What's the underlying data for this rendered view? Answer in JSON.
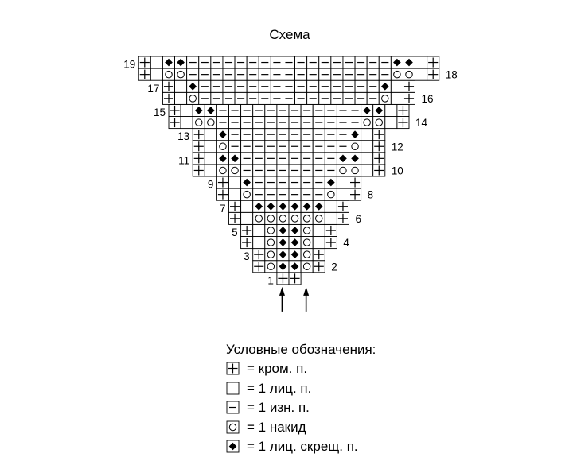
{
  "title": "Схема",
  "chart": {
    "rows": [
      {
        "n": "1",
        "cells": "EE"
      },
      {
        "n": "2",
        "cells": "EOXXOE"
      },
      {
        "n": "3",
        "cells": "EOXXOE"
      },
      {
        "n": "4",
        "cells": "E.OXXO.E"
      },
      {
        "n": "5",
        "cells": "E.OXXO.E"
      },
      {
        "n": "6",
        "cells": "E.OOOOOO.E"
      },
      {
        "n": "7",
        "cells": "E.XXXXXX.E"
      },
      {
        "n": "8",
        "cells": "E.O------O.E"
      },
      {
        "n": "9",
        "cells": "E.X------X.E"
      },
      {
        "n": "10",
        "cells": "E.OO--------OO.E"
      },
      {
        "n": "11",
        "cells": "E.XX--------XX.E"
      },
      {
        "n": "12",
        "cells": "E.O----------O.E"
      },
      {
        "n": "13",
        "cells": "E.X----------X.E"
      },
      {
        "n": "14",
        "cells": "E.OO------------OO.E"
      },
      {
        "n": "15",
        "cells": "E.XX------------XX.E"
      },
      {
        "n": "16",
        "cells": "E.O---------------O.E"
      },
      {
        "n": "17",
        "cells": "E.X---------------X.E"
      },
      {
        "n": "18",
        "cells": "E.OO-----------------OO.E"
      },
      {
        "n": "19",
        "cells": "E.XX-----------------XX.E"
      }
    ]
  },
  "legend": {
    "title": "Условные обозначения:",
    "items": [
      {
        "symbol": "edge",
        "label": "= кром. п."
      },
      {
        "symbol": "knit",
        "label": "= 1 лиц. п."
      },
      {
        "symbol": "purl",
        "label": "= 1 изн. п."
      },
      {
        "symbol": "yo",
        "label": "= 1 накид"
      },
      {
        "symbol": "twisted",
        "label": "= 1 лиц. скрещ. п."
      }
    ]
  }
}
